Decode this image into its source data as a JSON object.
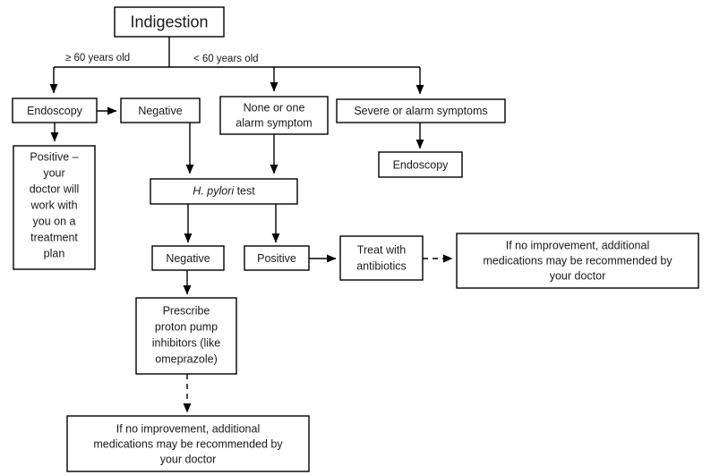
{
  "diagram": {
    "title_node": "Indigestion",
    "edge_labels": {
      "older": "≥ 60 years old",
      "younger": "< 60 years old"
    },
    "nodes": {
      "indigestion": "Indigestion",
      "endoscopy_left": "Endoscopy",
      "negative_left": "Negative",
      "none_or_one": {
        "line1": "None or one",
        "line2": "alarm symptom"
      },
      "severe_alarm": "Severe or alarm symptoms",
      "endoscopy_right": "Endoscopy",
      "positive_plan": {
        "line1": "Positive –",
        "line2": "your",
        "line3": "doctor will",
        "line4": "work with",
        "line5": "you on a",
        "line6": "treatment",
        "line7": "plan"
      },
      "h_pylori_test": {
        "italic": "H. pylori",
        "rest": " test"
      },
      "negative_mid": "Negative",
      "positive_mid": "Positive",
      "treat_antibiotics": {
        "line1": "Treat with",
        "line2": "antibiotics"
      },
      "no_improvement_right": {
        "line1": "If no improvement, additional",
        "line2": "medications may be recommended by",
        "line3": "your doctor"
      },
      "prescribe_ppi": {
        "line1": "Prescribe",
        "line2": "proton pump",
        "line3": "inhibitors (like",
        "line4": "omeprazole)"
      },
      "no_improvement_bottom": {
        "line1": "If no improvement, additional",
        "line2": "medications may be recommended by",
        "line3": "your doctor"
      }
    },
    "colors": {
      "stroke": "#000000",
      "text": "#1a1a1a",
      "background": "#ffffff"
    }
  }
}
